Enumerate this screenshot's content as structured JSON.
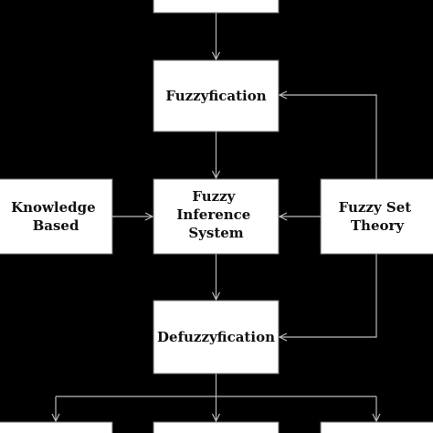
{
  "colors": {
    "background": "#000000",
    "box_fill": "#ffffff",
    "box_border": "#666666",
    "text": "#111111",
    "connector": "#bbbbbb"
  },
  "nodes": {
    "input": {
      "lines": []
    },
    "fuzzyfication": {
      "lines": [
        "Fuzzyfication"
      ]
    },
    "inference": {
      "lines": [
        "Fuzzy",
        "Inference",
        "System"
      ]
    },
    "knowledge": {
      "lines": [
        "Knowledge",
        "Based"
      ]
    },
    "settheory": {
      "lines": [
        "Fuzzy Set",
        "Theory"
      ]
    },
    "defuzzyfication": {
      "lines": [
        "Defuzzyfication"
      ]
    },
    "output_left": {
      "lines": []
    },
    "output_center": {
      "lines": []
    },
    "output_right": {
      "lines": []
    }
  }
}
